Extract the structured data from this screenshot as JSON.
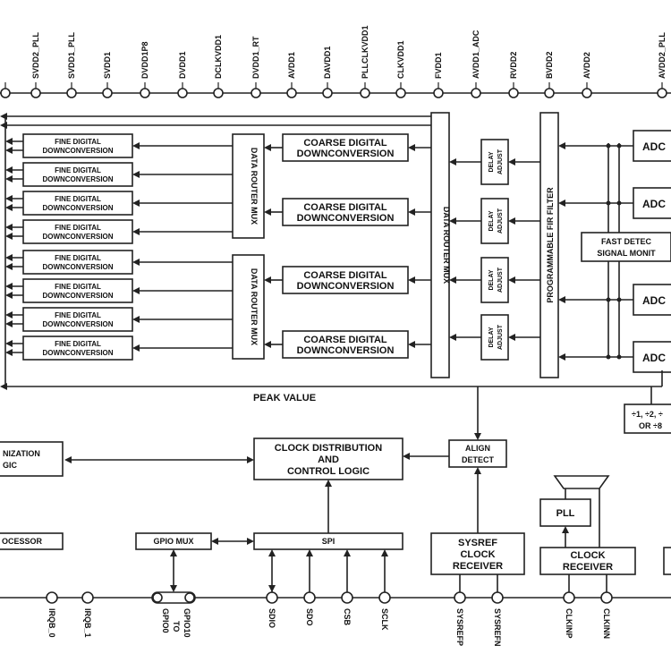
{
  "top_pins": [
    "SVDD2_PLL",
    "SVDD1_PLL",
    "SVDD1",
    "DVDD1P8",
    "DVDD1",
    "DCLKVDD1",
    "DVDD1_RT",
    "AVDD1",
    "DAVDD1",
    "PLLCLKVDD1",
    "CLKVDD1",
    "FVDD1",
    "AVDD1_ADC",
    "RVDD2",
    "BVDD2",
    "AVDD2",
    "AVDD2_PLL"
  ],
  "bottom_pins": [
    "IRQB_0",
    "IRQB_1",
    "GPIO0 TO GPIO10",
    "SDIO",
    "SDO",
    "CSB",
    "SCLK",
    "SYSREFP",
    "SYSREFN",
    "CLKINP",
    "CLKINN"
  ],
  "blocks": {
    "fine_ddc": "FINE DIGITAL DOWNCONVERSION",
    "coarse_ddc": "COARSE DIGITAL DOWNCONVERSION",
    "router_mux_small": "DATA ROUTER MUX",
    "router_mux_big": "DATA ROUTER MUX",
    "delay_adjust": "DELAY ADJUST",
    "fir_filter": "PROGRAMMABLE FIR FILTER",
    "adc": "ADC",
    "fast_detect": [
      "FAST DETEC",
      "SIGNAL MONIT"
    ],
    "peak_value": "PEAK VALUE",
    "divider": [
      "÷1, ÷2, ÷",
      "OR ÷8"
    ],
    "sync_logic": [
      "NIZATION",
      "GIC"
    ],
    "clock_dist": [
      "CLOCK DISTRIBUTION",
      "AND",
      "CONTROL LOGIC"
    ],
    "align_detect": [
      "ALIGN",
      "DETECT"
    ],
    "processor": "OCESSOR",
    "gpio_mux": "GPIO MUX",
    "spi": "SPI",
    "sysref_rx": [
      "SYSREF",
      "CLOCK",
      "RECEIVER"
    ],
    "pll": "PLL",
    "clock_rx": [
      "CLOCK",
      "RECEIVER"
    ]
  }
}
